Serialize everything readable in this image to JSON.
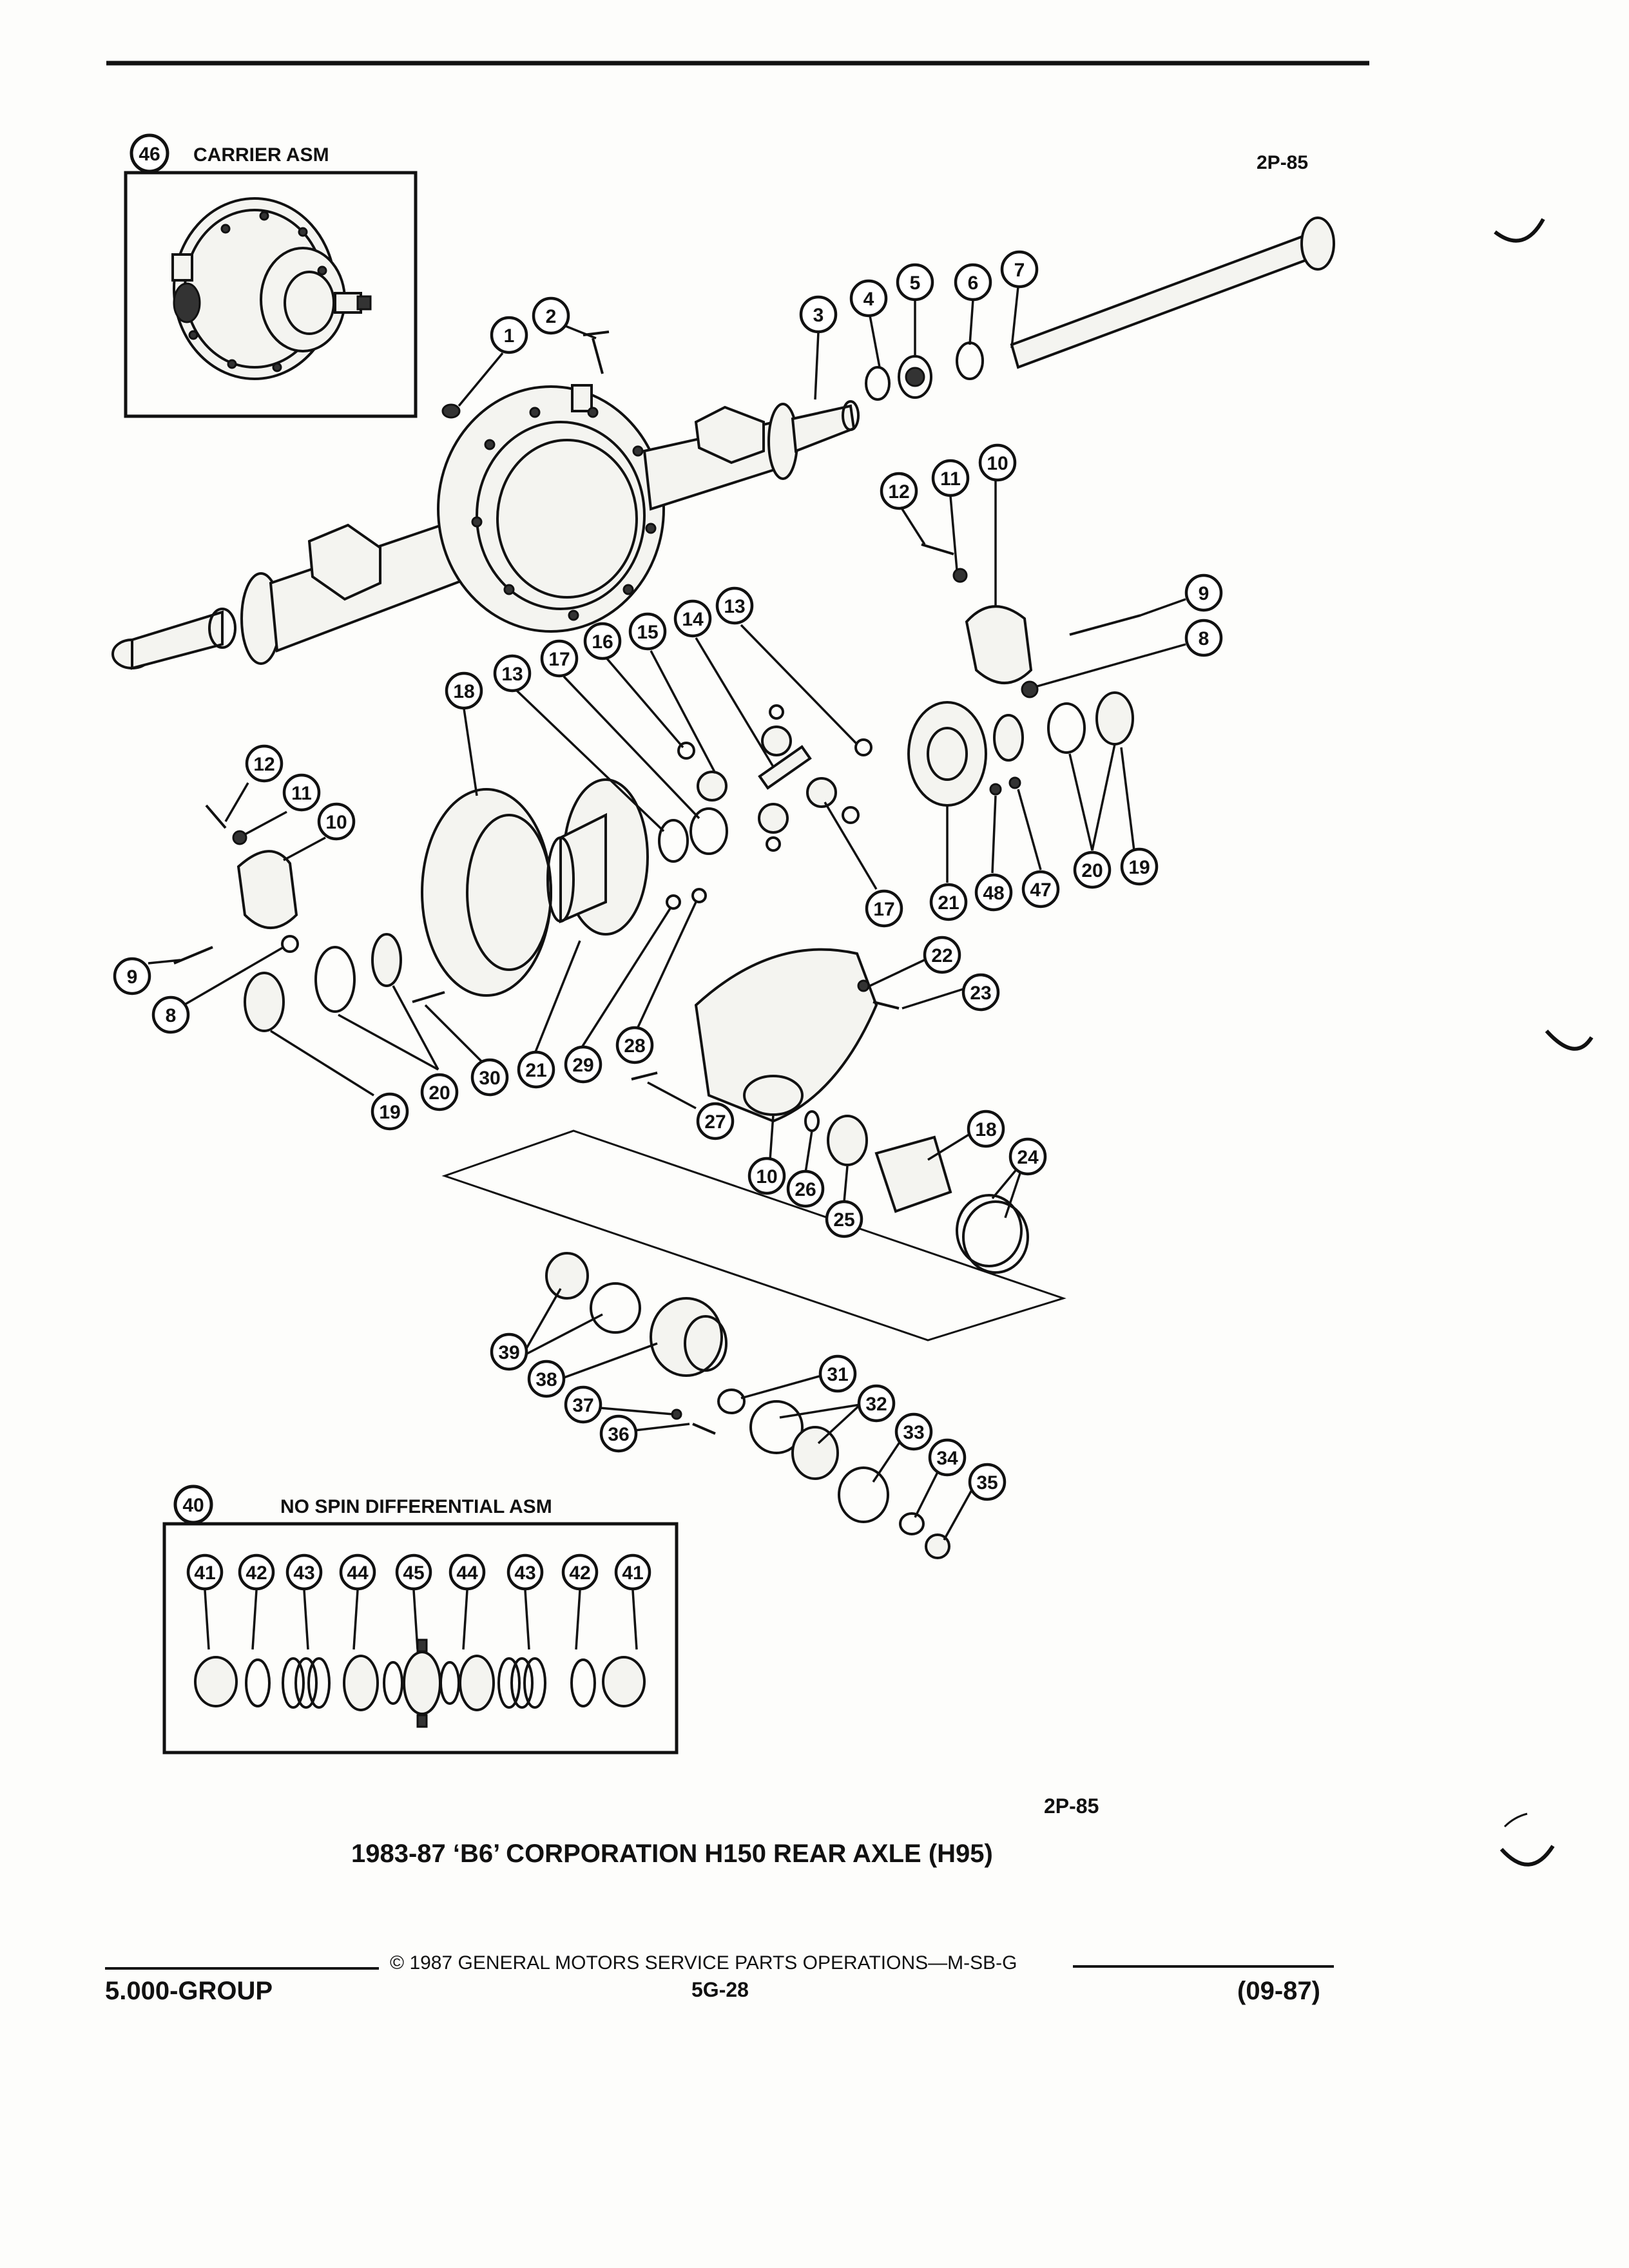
{
  "header": {
    "carrier_num": "46",
    "carrier_label": "CARRIER ASM",
    "page_code_top": "2P-85"
  },
  "nospin": {
    "num": "40",
    "label": "NO SPIN DIFFERENTIAL ASM",
    "row": [
      "41",
      "42",
      "43",
      "44",
      "45",
      "44",
      "43",
      "42",
      "41"
    ]
  },
  "callouts": {
    "c1": "1",
    "c2": "2",
    "c3": "3",
    "c4": "4",
    "c5": "5",
    "c6": "6",
    "c7": "7",
    "c10a": "10",
    "c11a": "11",
    "c12a": "12",
    "c9a": "9",
    "c8a": "8",
    "c18a": "18",
    "c13a": "13",
    "c17a": "17",
    "c16": "16",
    "c15": "15",
    "c14": "14",
    "c13b": "13",
    "c12b": "12",
    "c11b": "11",
    "c10b": "10",
    "c9b": "9",
    "c8b": "8",
    "c17b": "17",
    "c21a": "21",
    "c48": "48",
    "c47": "47",
    "c20a": "20",
    "c19a": "19",
    "c22": "22",
    "c23": "23",
    "c19b": "19",
    "c20b": "20",
    "c30": "30",
    "c21b": "21",
    "c29": "29",
    "c28": "28",
    "c27": "27",
    "c10c": "10",
    "c26": "26",
    "c25": "25",
    "c18b": "18",
    "c24": "24",
    "c39": "39",
    "c38": "38",
    "c37": "37",
    "c36": "36",
    "c31": "31",
    "c32": "32",
    "c33": "33",
    "c34": "34",
    "c35": "35"
  },
  "footer": {
    "page_code": "2P-85",
    "title": "1983-87 ‘B6’ CORPORATION H150 REAR AXLE (H95)",
    "copyright": "© 1987 GENERAL MOTORS SERVICE PARTS OPERATIONS—M-SB-G",
    "group": "5.000-GROUP",
    "page_num": "5G-28",
    "date": "(09-87)"
  }
}
